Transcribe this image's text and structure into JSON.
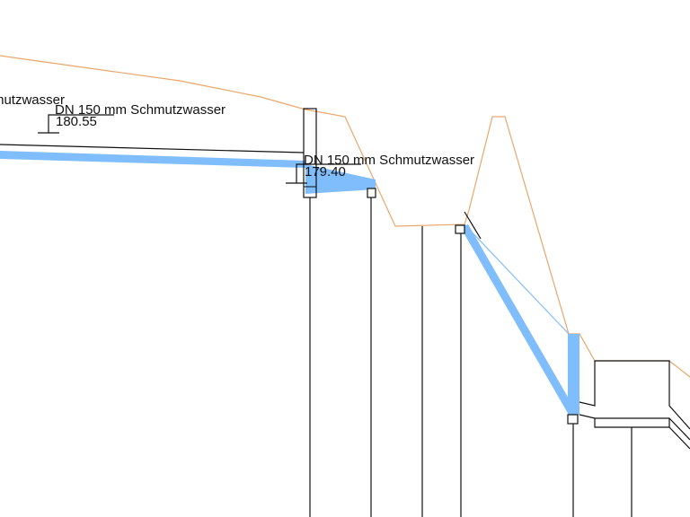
{
  "labels": {
    "left_cut": "Schmutzwasser",
    "pipe1_name": "DN 150 mm Schmutzwasser",
    "pipe1_elev": "180.55",
    "pipe2_name": "DN 150 mm Schmutzwasser",
    "pipe2_elev": "179.40"
  },
  "colors": {
    "terrain": "#e8a76c",
    "pipe": "#80bdfc",
    "line": "#111111"
  }
}
